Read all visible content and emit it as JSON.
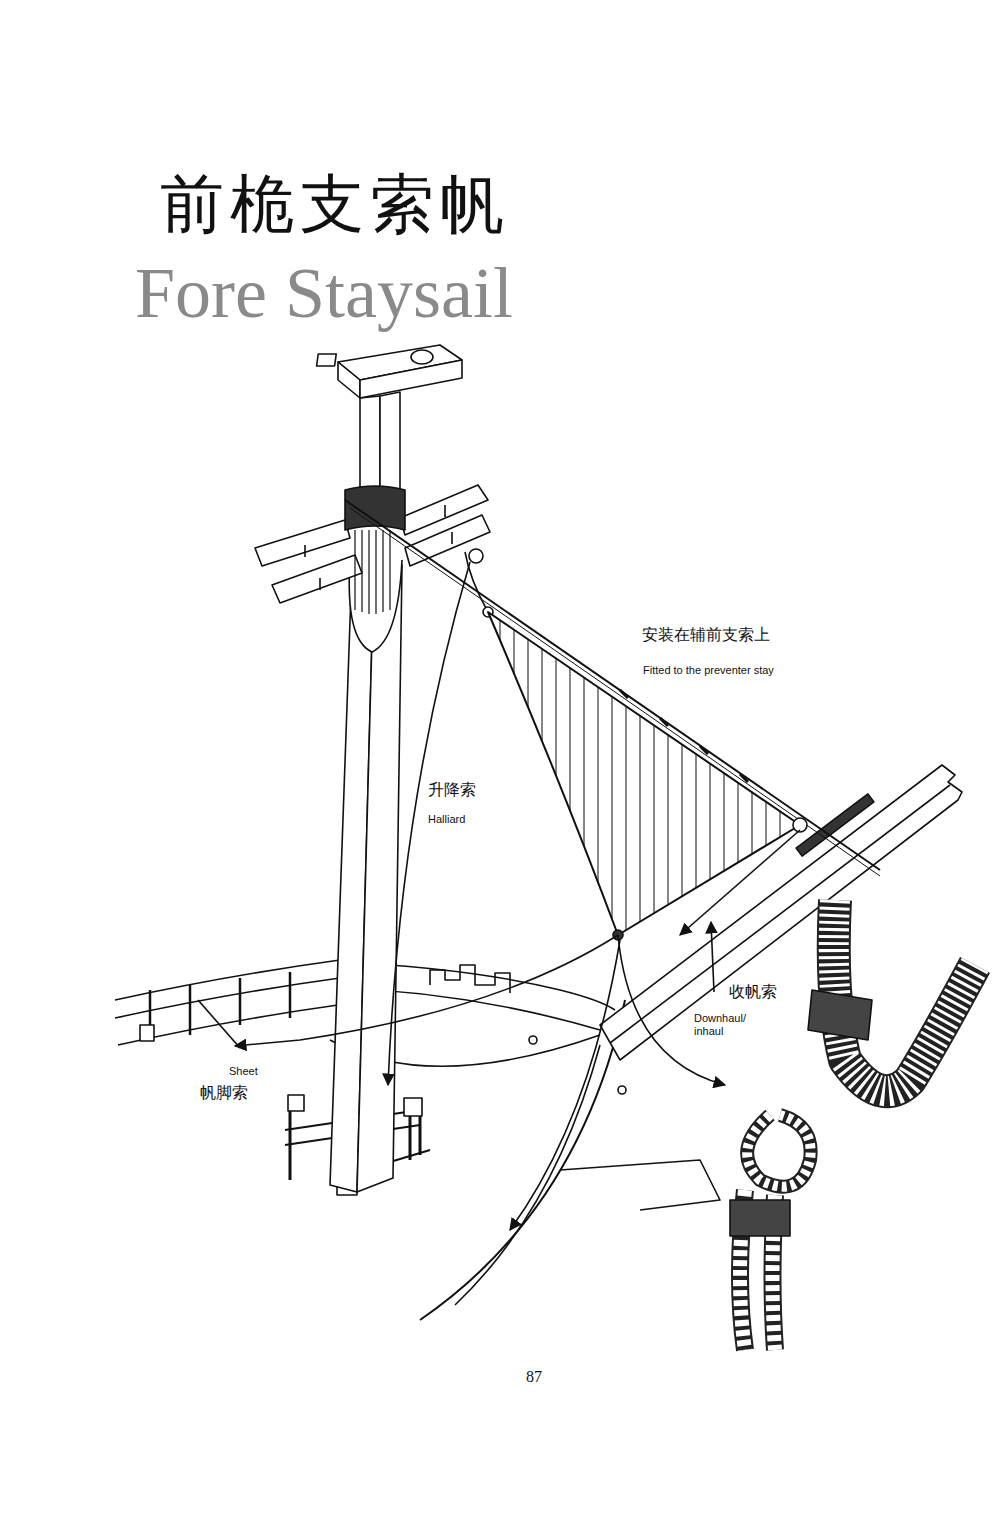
{
  "diagram": {
    "title": "前桅支索帆",
    "labels": [
      "Fore Staysail",
      "安装在辅前支索上",
      "Fitted to the preventer stay",
      "升降索",
      "Halliard",
      "收帆索",
      "Downhaul/ inhaul",
      "Sheet",
      "帆脚索",
      "87"
    ]
  }
}
